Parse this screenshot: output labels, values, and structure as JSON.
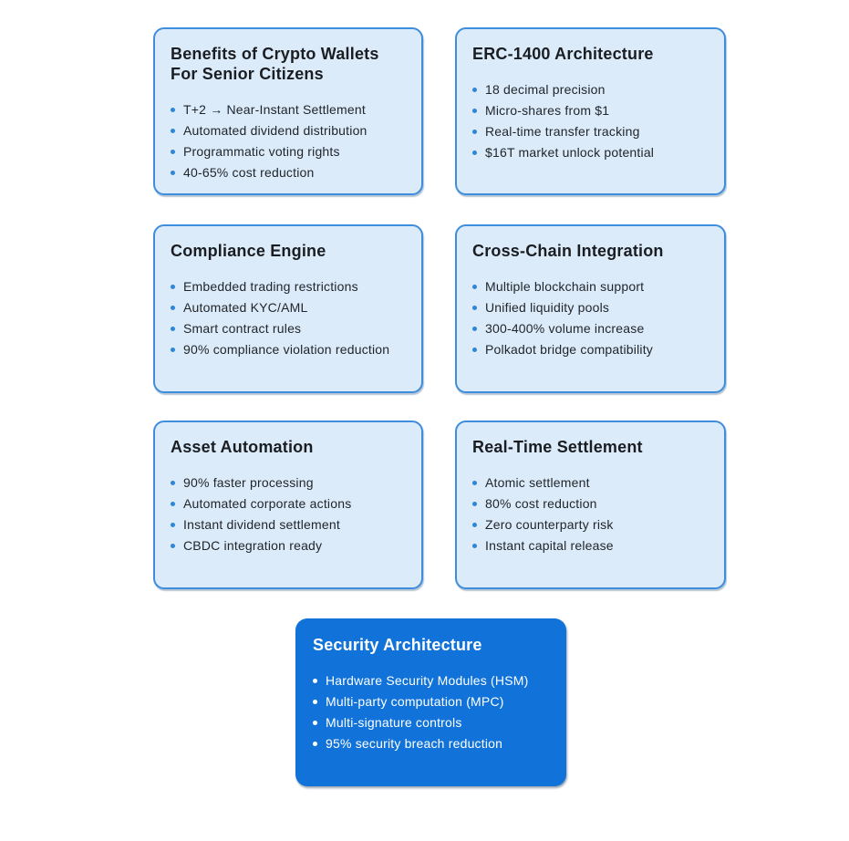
{
  "colors": {
    "page_bg": "#ffffff",
    "card_bg": "#dcebfa",
    "card_border": "#3f8ddd",
    "bullet_dot": "#2e86d6",
    "title_text": "#1a1d21",
    "body_text": "#21262b",
    "highlight_bg": "#1173d9",
    "highlight_text": "#ffffff"
  },
  "cards": [
    {
      "title": "Benefits of Crypto Wallets For Senior Citizens",
      "variant": "light",
      "items": [
        "T+2 → Near-Instant Settlement",
        "Automated dividend distribution",
        "Programmatic voting rights",
        "40-65% cost reduction"
      ]
    },
    {
      "title": "ERC-1400 Architecture",
      "variant": "light",
      "items": [
        "18 decimal precision",
        "Micro-shares from $1",
        "Real-time transfer tracking",
        "$16T market unlock potential"
      ]
    },
    {
      "title": "Compliance Engine",
      "variant": "light",
      "items": [
        "Embedded trading restrictions",
        "Automated KYC/AML",
        "Smart contract rules",
        "90% compliance violation reduction"
      ]
    },
    {
      "title": "Cross-Chain Integration",
      "variant": "light",
      "items": [
        "Multiple blockchain support",
        "Unified liquidity pools",
        "300-400% volume increase",
        "Polkadot bridge compatibility"
      ]
    },
    {
      "title": "Asset Automation",
      "variant": "light",
      "items": [
        "90% faster processing",
        "Automated corporate actions",
        "Instant dividend settlement",
        "CBDC integration ready"
      ]
    },
    {
      "title": "Real-Time Settlement",
      "variant": "light",
      "items": [
        "Atomic settlement",
        "80% cost reduction",
        "Zero counterparty risk",
        "Instant capital release"
      ]
    },
    {
      "title": "Security Architecture",
      "variant": "highlight",
      "items": [
        "Hardware Security Modules (HSM)",
        "Multi-party computation (MPC)",
        "Multi-signature controls",
        "95% security breach reduction"
      ]
    }
  ]
}
